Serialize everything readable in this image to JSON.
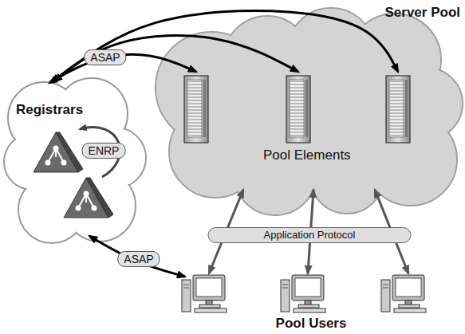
{
  "diagram": {
    "nodes": [
      {
        "text": [
          "Server Pool",
          "Pool Elements"
        ]
      },
      {
        "text": [
          "Registrars"
        ]
      },
      {
        "text": [
          "Pool Users"
        ]
      }
    ],
    "edges": [
      {
        "from": 1,
        "to": 0,
        "label": "ASAP",
        "arrow": "both"
      },
      {
        "from": 1,
        "to": 2,
        "label": "ASAP",
        "arrow": "both"
      },
      {
        "from": 2,
        "to": 0,
        "label": "Application Protocol",
        "arrow": "both"
      }
    ],
    "labels": [
      "ENRP"
    ]
  }
}
